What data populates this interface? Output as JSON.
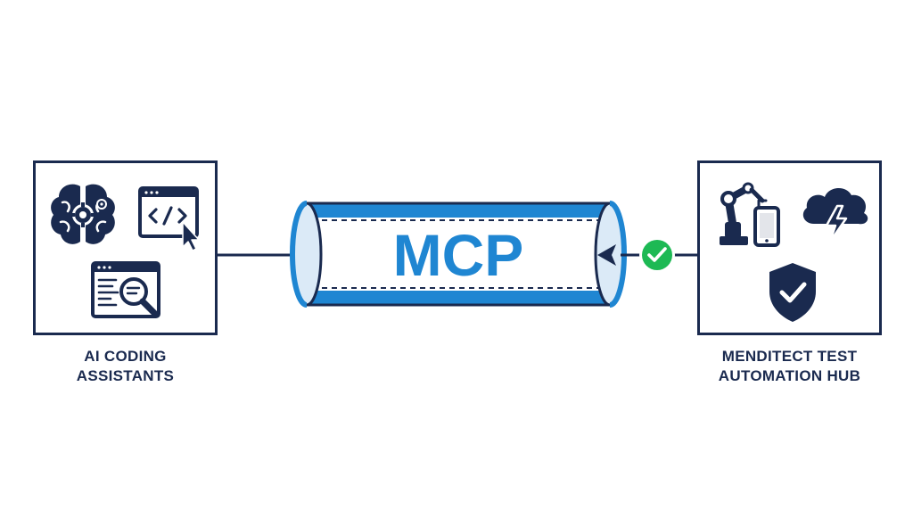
{
  "left": {
    "caption_line1": "AI CODING",
    "caption_line2": "ASSISTANTS",
    "icons": [
      "brain-gear-icon",
      "code-window-cursor-icon",
      "code-search-icon"
    ]
  },
  "center": {
    "label": "MCP"
  },
  "right": {
    "caption_line1": "MENDITECT TEST",
    "caption_line2": "AUTOMATION HUB",
    "icons": [
      "robot-arm-tablet-icon",
      "cloud-lightning-icon",
      "shield-check-icon"
    ]
  },
  "colors": {
    "navy": "#1a2a4f",
    "blue": "#1f86d2",
    "light_blue": "#dbeaf7",
    "green": "#1db954"
  }
}
